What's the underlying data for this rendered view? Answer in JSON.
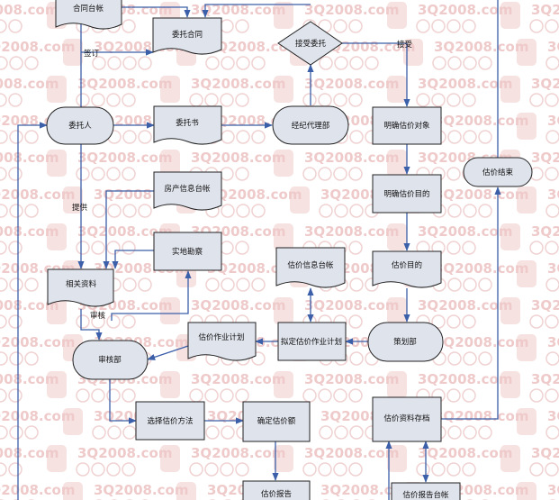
{
  "watermark": "3Q2008.com",
  "nodes": {
    "contract_ledger": "合同台帐",
    "entrust_contract": "委托合同",
    "accept_entrust": "接受委托",
    "client": "委托人",
    "entrust_letter": "委托书",
    "broker": "经纪代理部",
    "clarify_object": "明确估价对象",
    "finish": "估价结束",
    "property_ledger": "房产信息台帐",
    "clarify_purpose": "明确估价目的",
    "site_survey": "实地勘察",
    "related_docs": "相关资料",
    "valuation_info_ledger": "估价信息台帐",
    "valuation_purpose": "估价目的",
    "work_plan": "估价作业计划",
    "draft_plan": "拟定估价作业计划",
    "planning_dept": "策划部",
    "review_dept": "审核部",
    "choose_method": "选择估价方法",
    "determine_value": "确定估价额",
    "archive": "估价资料存档",
    "report": "估价报告",
    "report_ledger": "估价报告台帐"
  },
  "edge_labels": {
    "sign": "签订",
    "accept": "接受",
    "provide": "提供",
    "review": "审核"
  }
}
